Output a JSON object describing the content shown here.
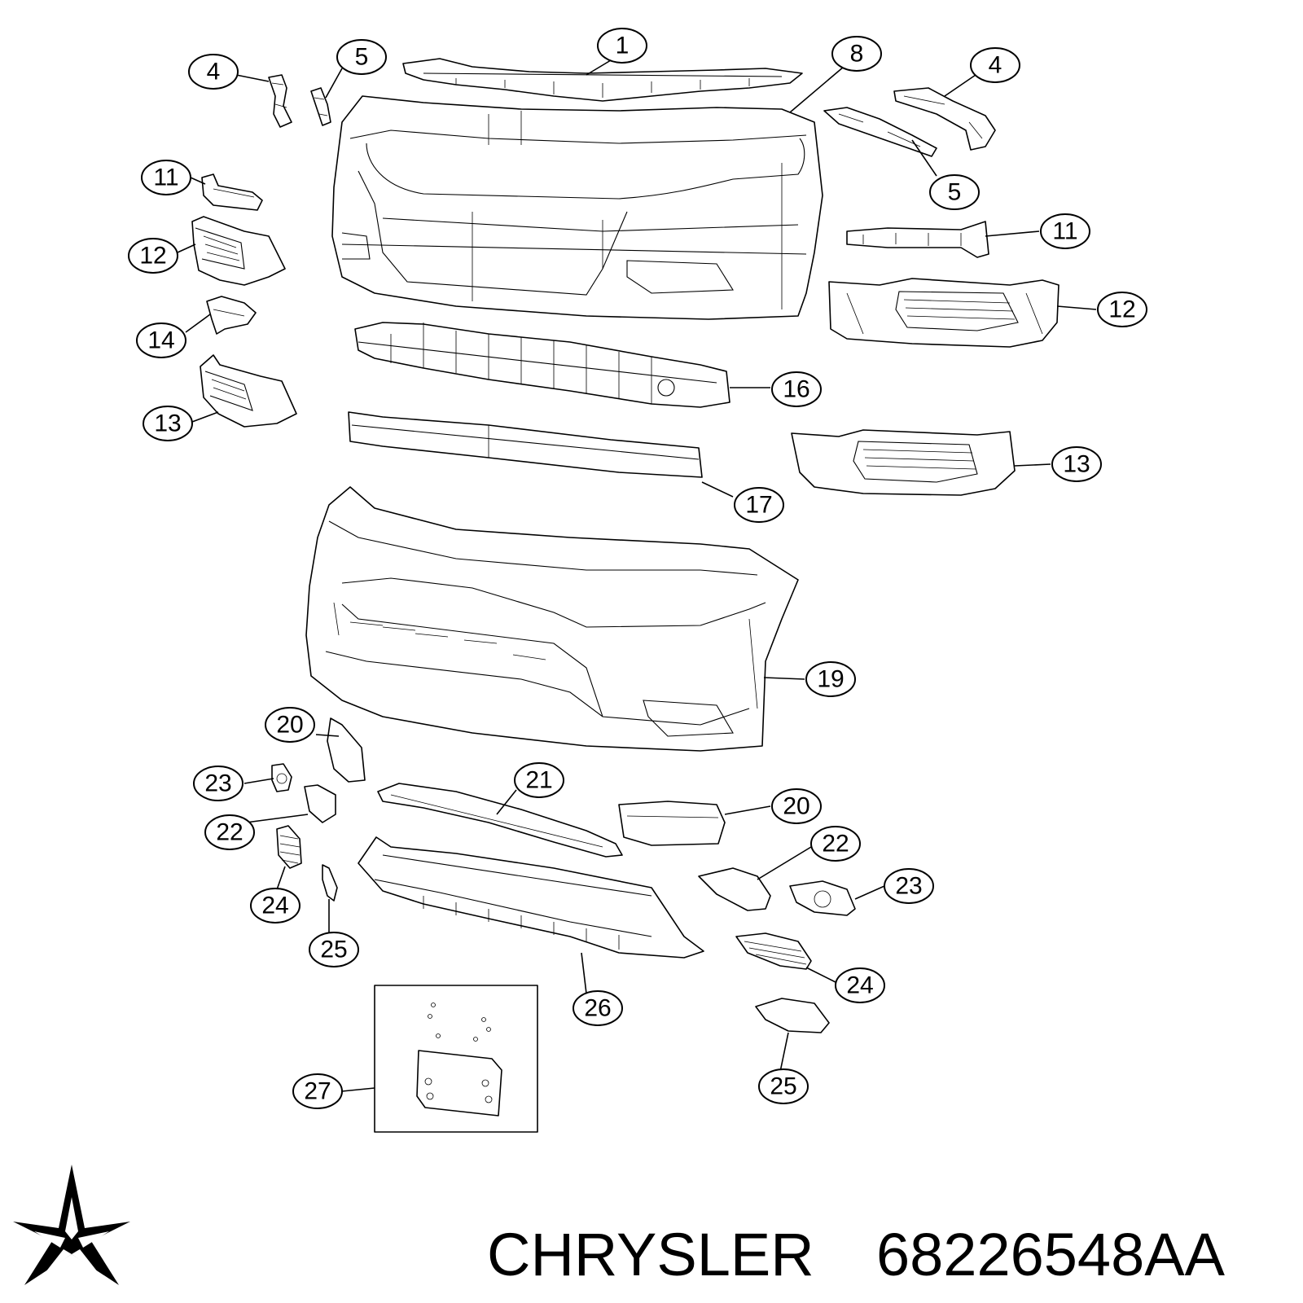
{
  "callouts": [
    {
      "label": "1"
    },
    {
      "label": "4"
    },
    {
      "label": "5"
    },
    {
      "label": "8"
    },
    {
      "label": "4"
    },
    {
      "label": "5"
    },
    {
      "label": "11"
    },
    {
      "label": "11"
    },
    {
      "label": "12"
    },
    {
      "label": "12"
    },
    {
      "label": "14"
    },
    {
      "label": "16"
    },
    {
      "label": "13"
    },
    {
      "label": "13"
    },
    {
      "label": "17"
    },
    {
      "label": "19"
    },
    {
      "label": "20"
    },
    {
      "label": "23"
    },
    {
      "label": "21"
    },
    {
      "label": "20"
    },
    {
      "label": "22"
    },
    {
      "label": "22"
    },
    {
      "label": "23"
    },
    {
      "label": "24"
    },
    {
      "label": "24"
    },
    {
      "label": "25"
    },
    {
      "label": "25"
    },
    {
      "label": "26"
    },
    {
      "label": "27"
    }
  ],
  "footer": {
    "brand": "CHRYSLER",
    "part_number": "68226548AA",
    "logo_icon": "pentastar-icon"
  }
}
